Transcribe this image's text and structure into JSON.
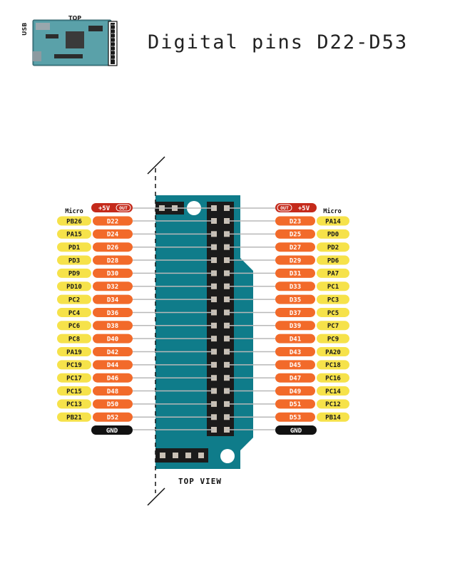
{
  "header": {
    "title": "Digital pins D22-D53",
    "thumb_top_label": "TOP",
    "thumb_usb_label": "USB"
  },
  "colors": {
    "micro": "#f6e24a",
    "digital": "#f26a2a",
    "power": "#c42a1b",
    "gnd": "#111111",
    "board": "#0f7c8a",
    "header": "#1b1b1b",
    "pin": "#c9c1b6",
    "wire": "#b8b8b8"
  },
  "left": {
    "micro_header": "Micro",
    "power_label": "+5V",
    "power_out": "OUT",
    "gnd_label": "GND",
    "rows": [
      {
        "micro": "PB26",
        "pin": "D22"
      },
      {
        "micro": "PA15",
        "pin": "D24"
      },
      {
        "micro": "PD1",
        "pin": "D26"
      },
      {
        "micro": "PD3",
        "pin": "D28"
      },
      {
        "micro": "PD9",
        "pin": "D30"
      },
      {
        "micro": "PD10",
        "pin": "D32"
      },
      {
        "micro": "PC2",
        "pin": "D34"
      },
      {
        "micro": "PC4",
        "pin": "D36"
      },
      {
        "micro": "PC6",
        "pin": "D38"
      },
      {
        "micro": "PC8",
        "pin": "D40"
      },
      {
        "micro": "PA19",
        "pin": "D42"
      },
      {
        "micro": "PC19",
        "pin": "D44"
      },
      {
        "micro": "PC17",
        "pin": "D46"
      },
      {
        "micro": "PC15",
        "pin": "D48"
      },
      {
        "micro": "PC13",
        "pin": "D50"
      },
      {
        "micro": "PB21",
        "pin": "D52"
      }
    ]
  },
  "right": {
    "micro_header": "Micro",
    "power_label": "+5V",
    "power_out": "OUT",
    "gnd_label": "GND",
    "rows": [
      {
        "micro": "PA14",
        "pin": "D23"
      },
      {
        "micro": "PD0",
        "pin": "D25"
      },
      {
        "micro": "PD2",
        "pin": "D27"
      },
      {
        "micro": "PD6",
        "pin": "D29"
      },
      {
        "micro": "PA7",
        "pin": "D31"
      },
      {
        "micro": "PC1",
        "pin": "D33"
      },
      {
        "micro": "PC3",
        "pin": "D35"
      },
      {
        "micro": "PC5",
        "pin": "D37"
      },
      {
        "micro": "PC7",
        "pin": "D39"
      },
      {
        "micro": "PC9",
        "pin": "D41"
      },
      {
        "micro": "PA20",
        "pin": "D43"
      },
      {
        "micro": "PC18",
        "pin": "D45"
      },
      {
        "micro": "PC16",
        "pin": "D47"
      },
      {
        "micro": "PC14",
        "pin": "D49"
      },
      {
        "micro": "PC12",
        "pin": "D51"
      },
      {
        "micro": "PB14",
        "pin": "D53"
      }
    ]
  },
  "footer": {
    "top_view_label": "TOP VIEW"
  }
}
